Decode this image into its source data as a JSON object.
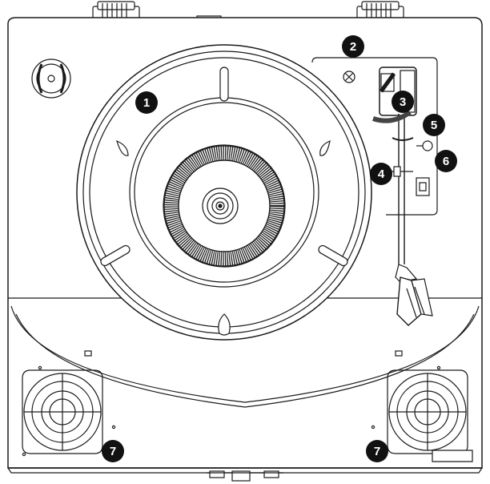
{
  "diagram": {
    "callouts": [
      {
        "id": "platter",
        "label": "1"
      },
      {
        "id": "tonearm-counterweight-area",
        "label": "2"
      },
      {
        "id": "tonearm-cartridge-holder",
        "label": "3"
      },
      {
        "id": "tonearm-lift",
        "label": "4"
      },
      {
        "id": "tonearm-rest",
        "label": "5"
      },
      {
        "id": "tonearm-clip",
        "label": "6"
      },
      {
        "id": "speaker-left",
        "label": "7"
      },
      {
        "id": "speaker-right",
        "label": "7"
      }
    ],
    "colors": {
      "line": "#1a1a1a",
      "fill": "#ffffff",
      "callout_bg": "#111111",
      "callout_text": "#ffffff",
      "mat_ribs": "#222222"
    }
  }
}
